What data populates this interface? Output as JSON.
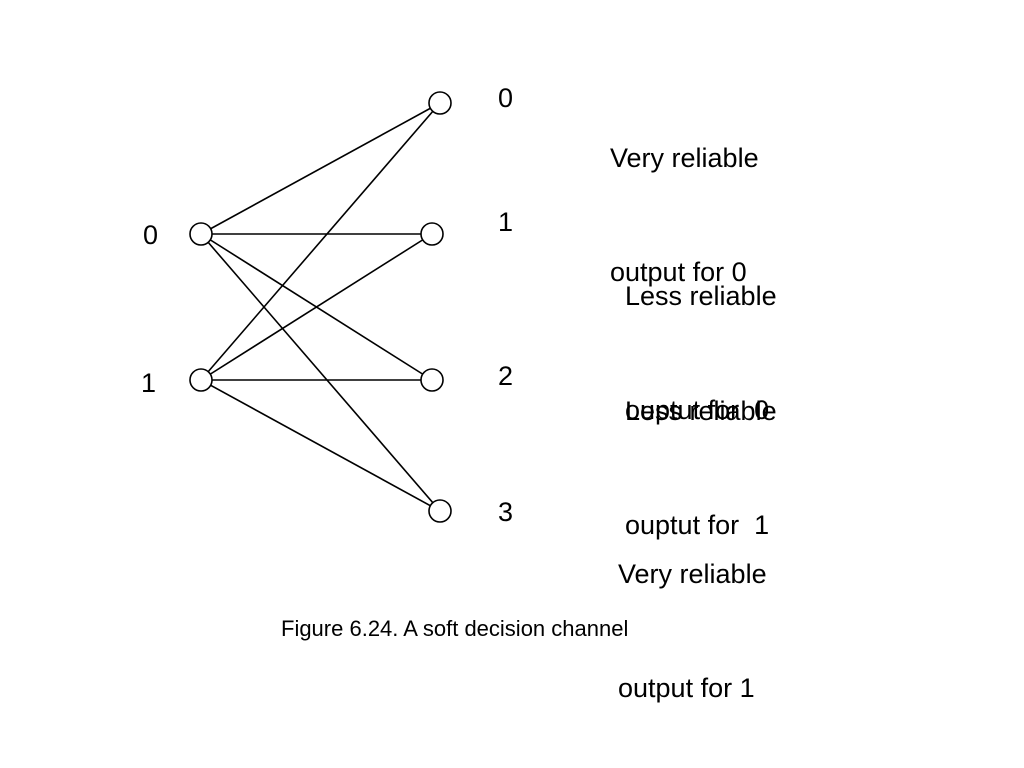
{
  "diagram": {
    "caption": "Figure 6.24. A soft decision channel",
    "input_symbols": [
      "0",
      "1"
    ],
    "output_symbols": [
      "0",
      "1",
      "2",
      "3"
    ],
    "output_descriptions": [
      [
        "Very reliable",
        "output for 0"
      ],
      [
        "Less reliable",
        "ouptut for  0"
      ],
      [
        "Less reliable",
        "ouptut for  1"
      ],
      [
        "Very reliable",
        "output for 1"
      ]
    ],
    "transitions": [
      {
        "from": "0",
        "to": "0"
      },
      {
        "from": "0",
        "to": "1"
      },
      {
        "from": "0",
        "to": "2"
      },
      {
        "from": "0",
        "to": "3"
      },
      {
        "from": "1",
        "to": "0"
      },
      {
        "from": "1",
        "to": "1"
      },
      {
        "from": "1",
        "to": "2"
      },
      {
        "from": "1",
        "to": "3"
      }
    ],
    "colors": {
      "stroke": "#000000",
      "node_fill": "#ffffff",
      "background": "#ffffff"
    }
  }
}
